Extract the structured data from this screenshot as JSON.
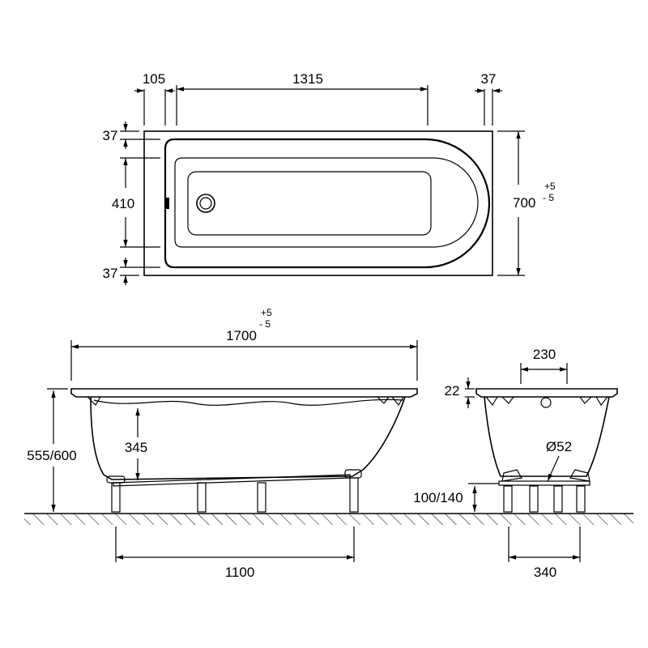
{
  "top_view": {
    "dim_105": "105",
    "dim_1315": "1315",
    "dim_37_top": "37",
    "dim_37_left_top": "37",
    "dim_410": "410",
    "dim_37_left_bottom": "37",
    "dim_700": "700",
    "tol_700_plus": "+5",
    "tol_700_minus": "- 5"
  },
  "side_view": {
    "dim_1700": "1700",
    "tol_1700_plus": "+5",
    "tol_1700_minus": "- 5",
    "dim_555_600": "555/600",
    "dim_345": "345",
    "dim_1100": "1100"
  },
  "end_view": {
    "dim_230": "230",
    "dim_22": "22",
    "dim_52": "Ø52",
    "dim_100_140": "100/140",
    "dim_340": "340"
  }
}
